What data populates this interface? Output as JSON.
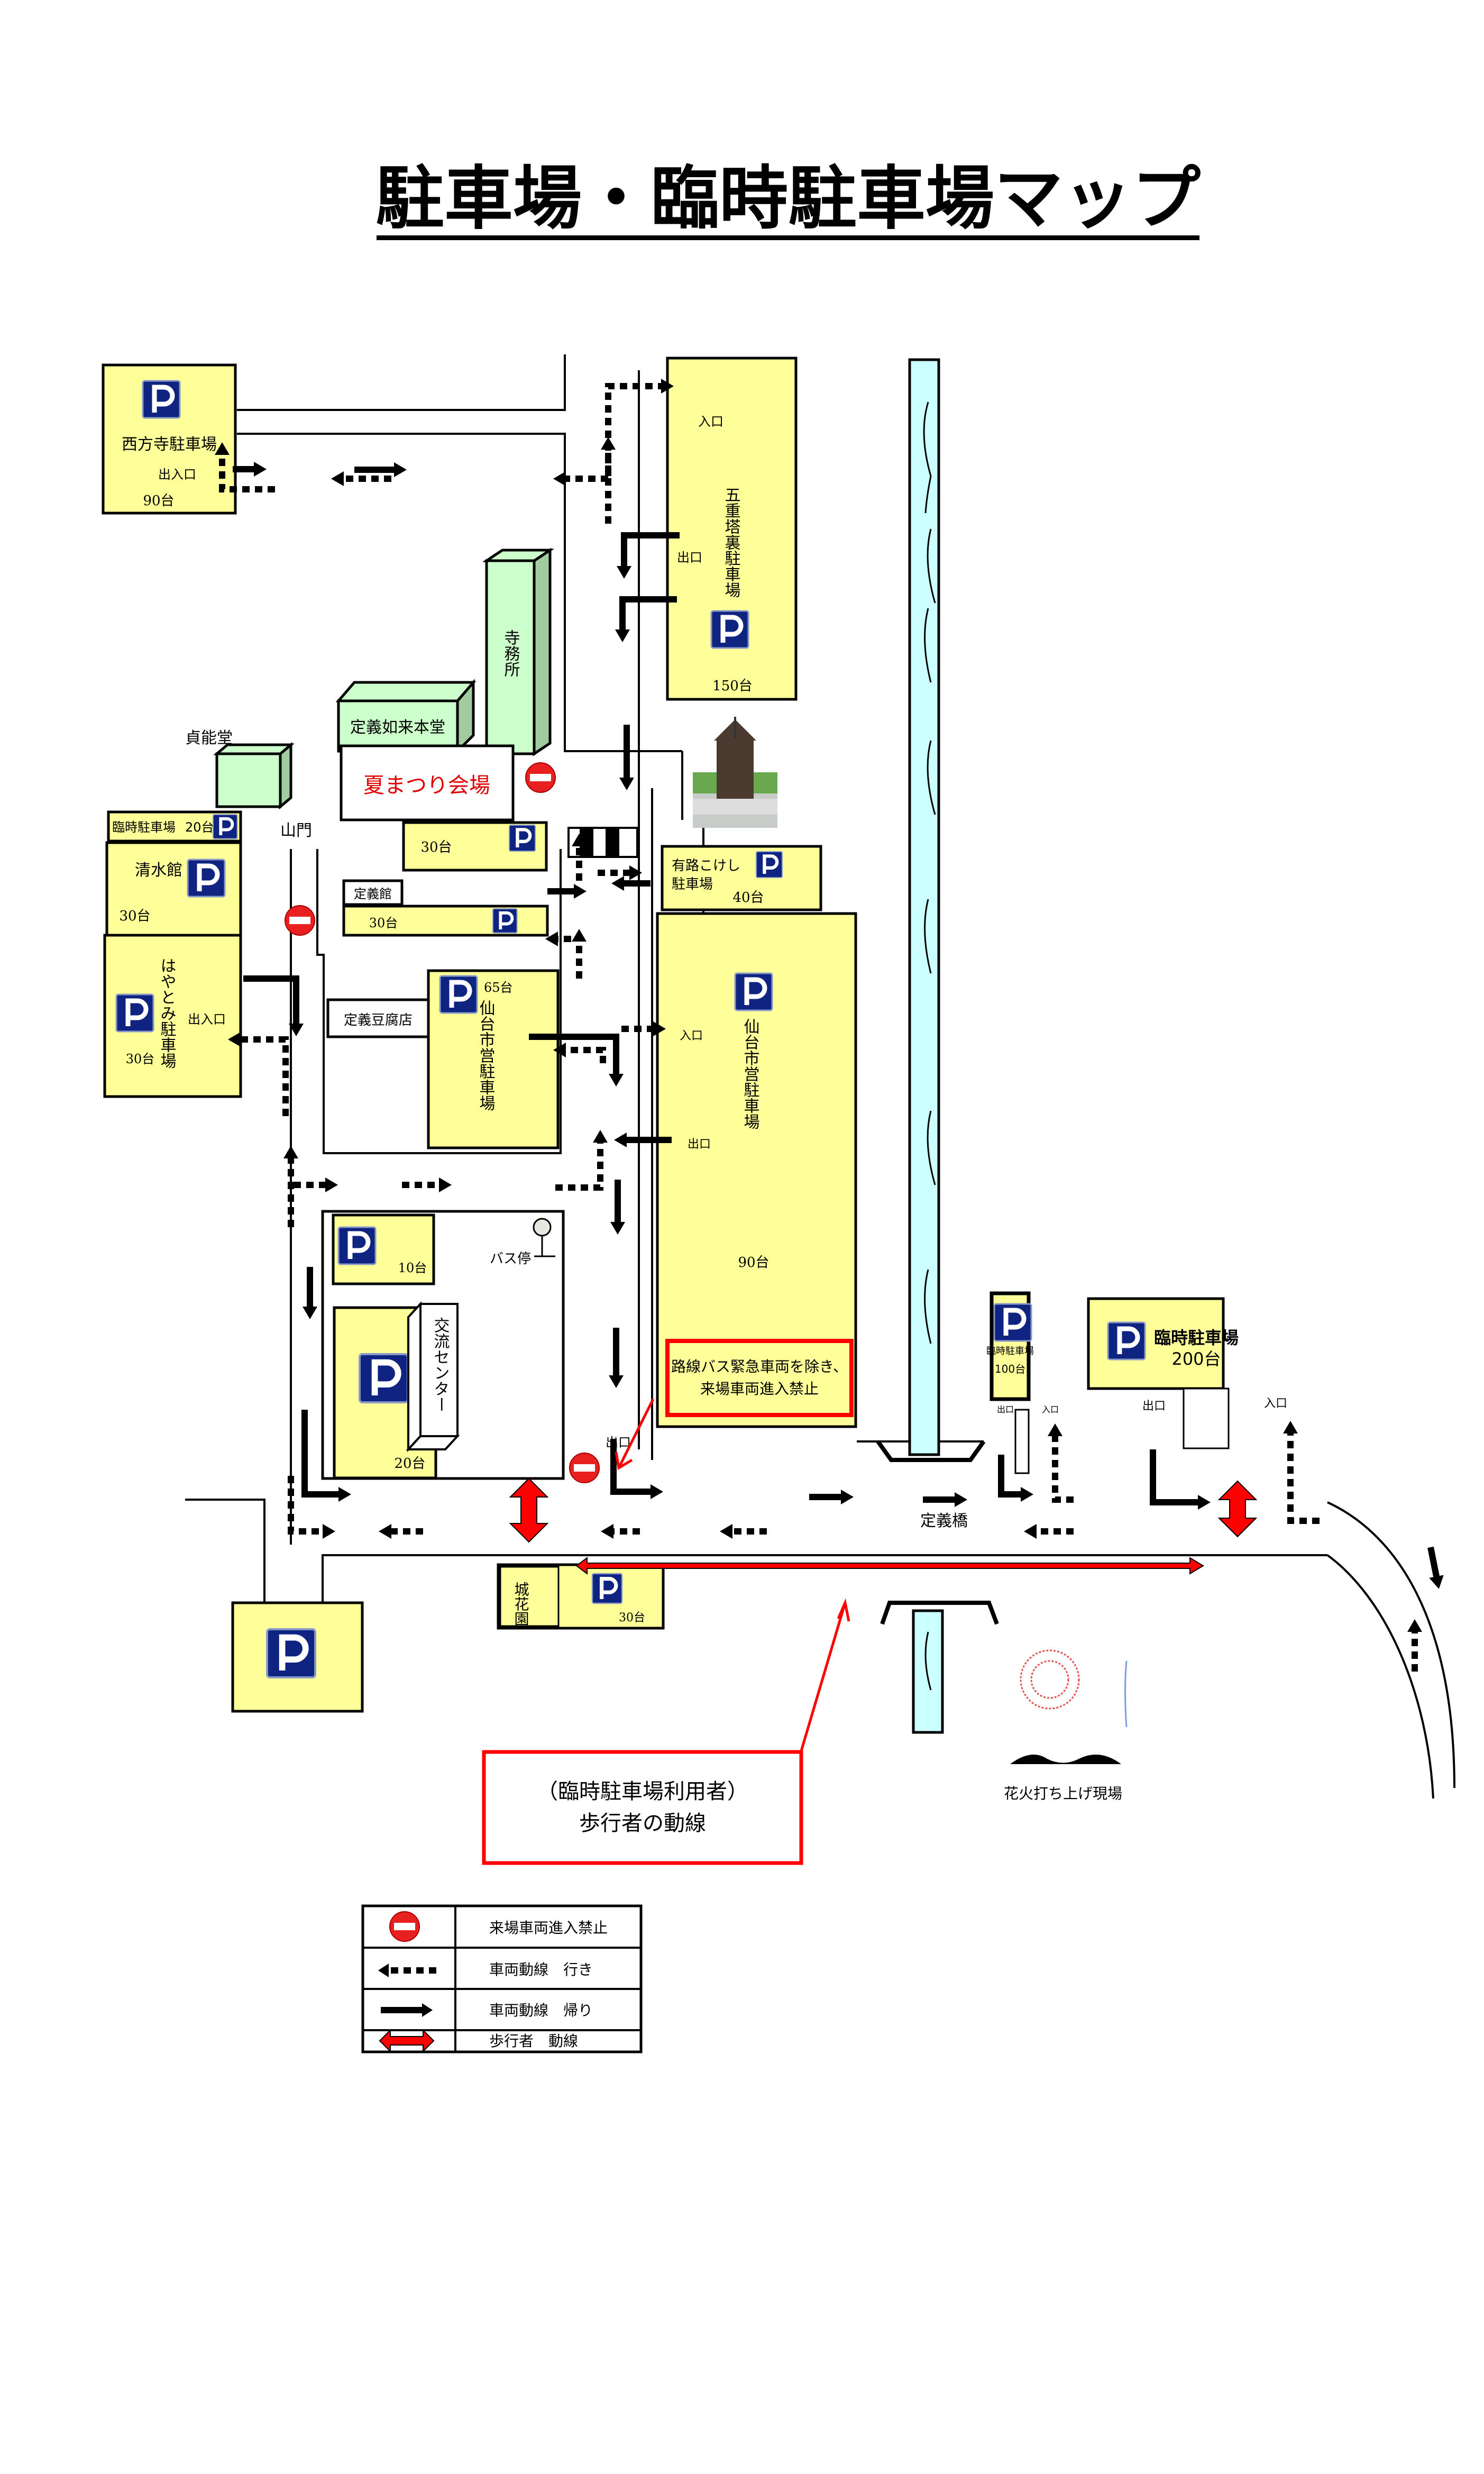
{
  "title": "駐車場・臨時駐車場マップ",
  "parking_lots": [
    {
      "id": "saihoji",
      "name": "西方寺駐車場",
      "entrance": "出入口",
      "capacity": "90台"
    },
    {
      "id": "gojuto-ura",
      "name": "五重塔裏駐車場",
      "entrance": "入口",
      "exit": "出口",
      "capacity": "150台"
    },
    {
      "id": "temp-20",
      "name": "臨時駐車場",
      "capacity": "20台"
    },
    {
      "id": "shimizukan",
      "name": "清水館",
      "capacity": "30台"
    },
    {
      "id": "hayatomi",
      "name": "はやとみ駐車場",
      "entrance": "出入口",
      "capacity": "30台"
    },
    {
      "id": "natsumatsuri-lot",
      "capacity": "30台"
    },
    {
      "id": "jogikan-lot",
      "capacity": "30台"
    },
    {
      "id": "arijikokeshi",
      "name_line1": "有路こけし",
      "name_line2": "駐車場",
      "capacity": "40台"
    },
    {
      "id": "sendai-city-65",
      "name": "仙台市営駐車場",
      "capacity": "65台"
    },
    {
      "id": "sendai-city-90",
      "name": "仙台市営駐車場",
      "entrance": "入口",
      "exit": "出口",
      "capacity": "90台"
    },
    {
      "id": "koryu-10",
      "capacity": "10台"
    },
    {
      "id": "koryu-20",
      "capacity": "20台"
    },
    {
      "id": "temp-100",
      "name": "臨時駐車場",
      "entrance": "入口",
      "exit": "出口",
      "capacity": "100台"
    },
    {
      "id": "temp-200",
      "name": "臨時駐車場",
      "entrance": "入口",
      "exit": "出口",
      "capacity": "200台"
    },
    {
      "id": "johanen",
      "name": "城花園",
      "capacity": "30台"
    },
    {
      "id": "bottom-left",
      "capacity": ""
    }
  ],
  "landmarks": {
    "jimusho": "寺務所",
    "hondo": "定義如来本堂",
    "teinodo": "貞能堂",
    "natsumatsuri": "夏まつり会場",
    "sanmon": "山門",
    "jogikan": "定義館",
    "tofu": "定義豆腐店",
    "busstop": "バス停",
    "koryu_center": "交流センター",
    "bridge": "定義橋",
    "fireworks": "花火打ち上げ現場",
    "exit_label": "出口"
  },
  "notice": {
    "line1": "路線バス緊急車両を除き、",
    "line2": "来場車両進入禁止"
  },
  "callout": {
    "line1": "（臨時駐車場利用者）",
    "line2": "歩行者の動線"
  },
  "legend": [
    {
      "icon": "no-entry-icon",
      "label": "来場車両進入禁止"
    },
    {
      "icon": "dotted-arrow-icon",
      "label": "車両動線　行き"
    },
    {
      "icon": "solid-arrow-icon",
      "label": "車両動線　帰り"
    },
    {
      "icon": "red-double-arrow-icon",
      "label": "歩行者　動線"
    }
  ],
  "colors": {
    "lot": "#ffff99",
    "building": "#ccffcc",
    "river": "#ccffff",
    "parking_sign": "#0f2380",
    "alert_red": "#ff0000"
  }
}
